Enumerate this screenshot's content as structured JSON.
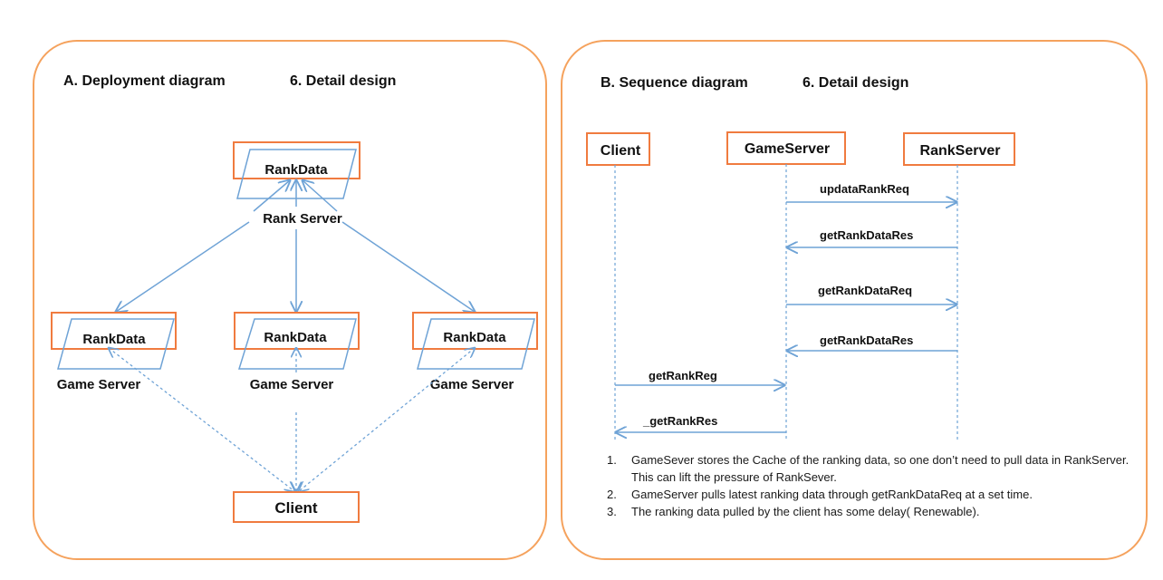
{
  "panel_a": {
    "title": "A. Deployment  diagram",
    "subtitle": "6. Detail design",
    "rank_data_label": "RankData",
    "rank_server_label": "Rank Server",
    "game_server_label": "Game Server",
    "client_label": "Client"
  },
  "panel_b": {
    "title": "B. Sequence diagram",
    "subtitle": "6. Detail design",
    "lifelines": [
      "Client",
      "GameServer",
      "RankServer"
    ],
    "messages": [
      {
        "label": "updataRankReq",
        "from": "GameServer",
        "to": "RankServer"
      },
      {
        "label": "getRankDataRes",
        "from": "RankServer",
        "to": "GameServer"
      },
      {
        "label": "getRankDataReq",
        "from": "GameServer",
        "to": "RankServer"
      },
      {
        "label": "getRankDataRes",
        "from": "RankServer",
        "to": "GameServer"
      },
      {
        "label": "getRankReg",
        "from": "Client",
        "to": "GameServer"
      },
      {
        "label": "_getRankRes",
        "from": "GameServer",
        "to": "Client"
      }
    ],
    "notes": [
      {
        "num": "1.",
        "text": "GameSever  stores the Cache of the ranking data, so one don’t need to pull data in RankServer.  This can lift the pressure of RankSever."
      },
      {
        "num": "2.",
        "text": "GameServer  pulls latest ranking data through  getRankDataReq at a set time."
      },
      {
        "num": "3.",
        "text": "The ranking data pulled by the client has some delay( Renewable)."
      }
    ]
  },
  "colors": {
    "panel_border": "#f5a25d",
    "box_border": "#f07b3f",
    "line": "#6fa3d6",
    "text": "#111111"
  }
}
